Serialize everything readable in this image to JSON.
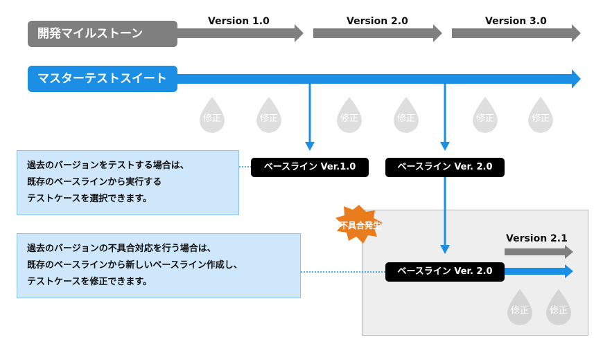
{
  "milestone_label": "開発マイルストーン",
  "master_label": "マスターテストスイート",
  "versions": [
    "Version 1.0",
    "Version 2.0",
    "Version 3.0"
  ],
  "sub_version": "Version 2.1",
  "baselines": [
    "ベースライン Ver.1.0",
    "ベースライン Ver. 2.0",
    "ベースライン Ver. 2.0"
  ],
  "fix_label": "修正",
  "burst_label": "不具合発生",
  "note1": [
    "過去のバージョンをテストする場合は、",
    "既存のベースラインから実行する",
    "テストケースを選択できます。"
  ],
  "note2": [
    "過去のバージョンの不具合対応を行う場合は、",
    "既存のベースラインから新しいベースライン作成し、",
    "テストケースを修正できます。"
  ],
  "colors": {
    "milestone": "#7f7f7f",
    "master": "#1a8fe3",
    "note_bg": "#cfe7fa",
    "burst": "#e97d1e",
    "panel": "#eeeeee"
  }
}
